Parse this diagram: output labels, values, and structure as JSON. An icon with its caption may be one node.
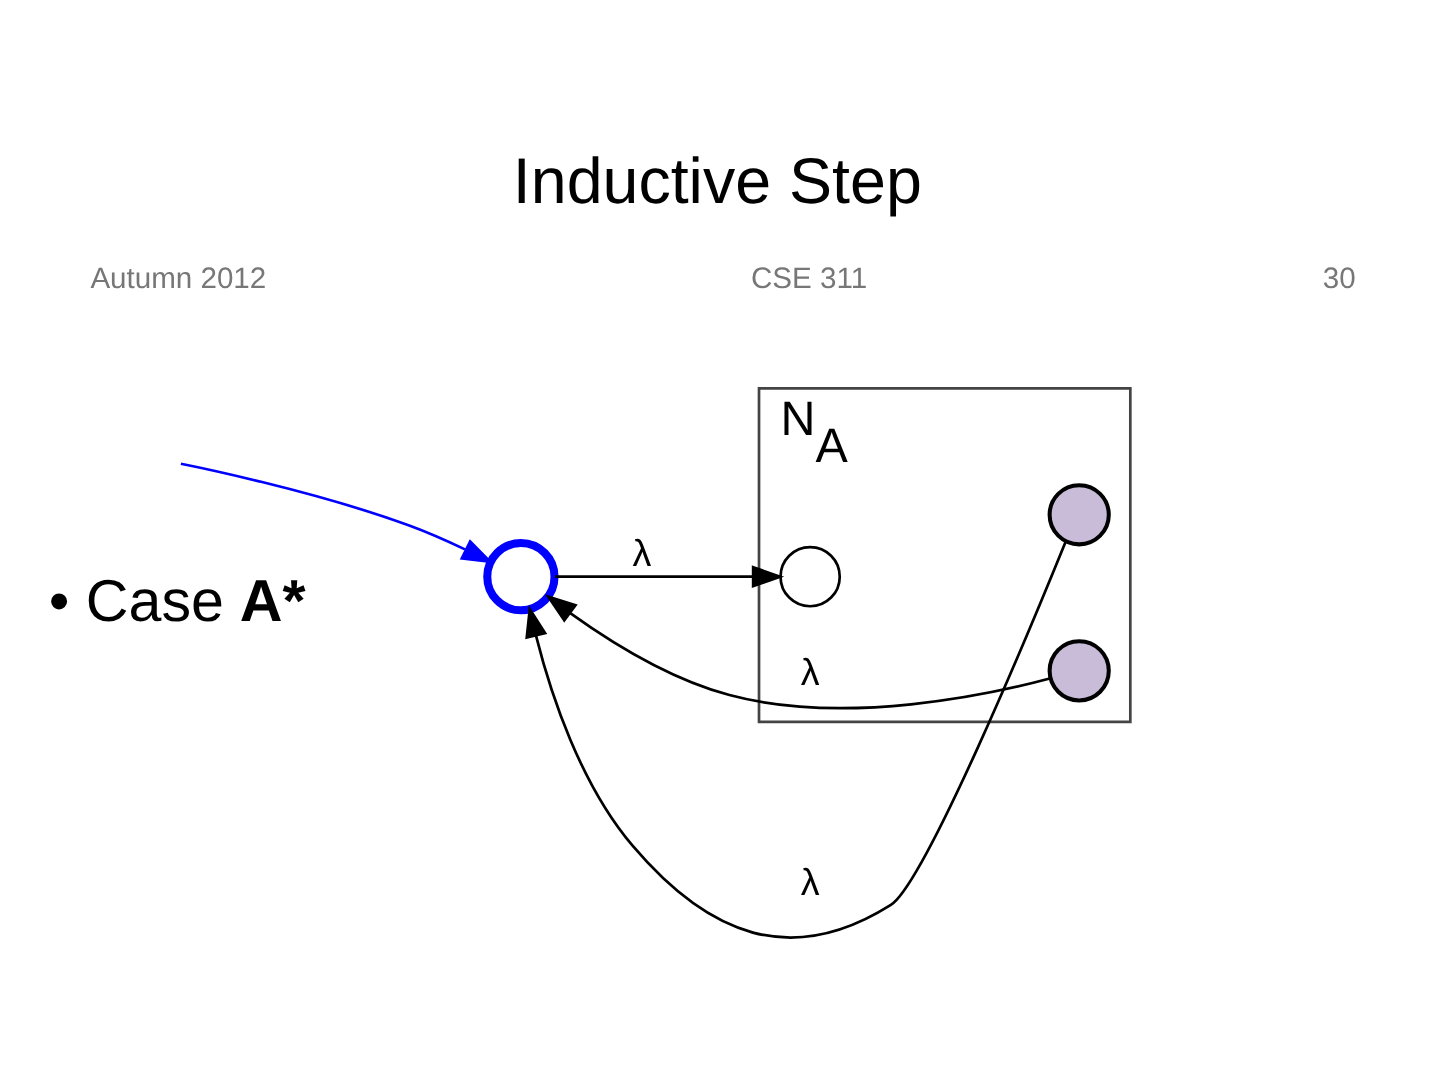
{
  "diagram": {
    "title": "Inductive Step",
    "nodes": [
      {
        "text": [],
        "shape": "circle"
      },
      {
        "text": [
          "N$_{A}$"
        ]
      },
      {
        "text": [],
        "shape": "circle",
        "in": 1
      },
      {
        "text": [],
        "shape": "circle",
        "in": 1
      },
      {
        "text": [],
        "shape": "circle",
        "in": 1
      }
    ],
    "edges": [
      {
        "from": null,
        "to": 0,
        "arrow": "to",
        "color": "#0000ff"
      },
      {
        "from": 0,
        "to": 2,
        "arrow": "to",
        "label": "λ"
      },
      {
        "from": 3,
        "to": 0,
        "arrow": "to",
        "label": "λ"
      },
      {
        "from": 4,
        "to": 0,
        "arrow": "to",
        "label": "λ"
      }
    ],
    "labels": [
      "• Case **A***",
      "Autumn 2012",
      "CSE 311",
      "30"
    ]
  }
}
